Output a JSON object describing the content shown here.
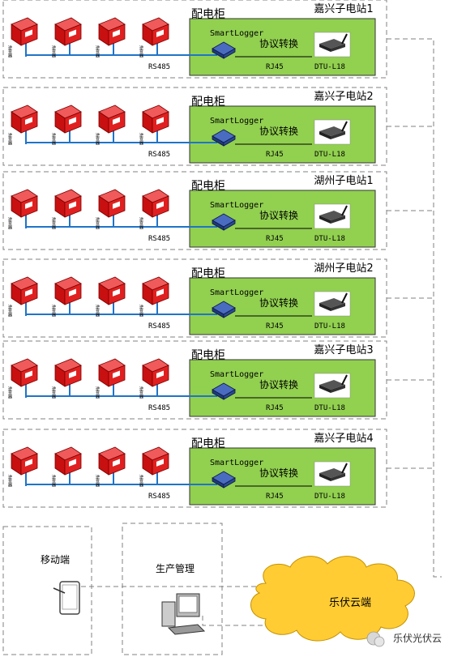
{
  "stations": [
    {
      "name": "嘉兴子电站1",
      "cabinet": "配电柜",
      "logger": "SmartLogger",
      "protocol": "协议转换",
      "bus": "RS485",
      "port": "RJ45",
      "dtu": "DTU-L18",
      "inverter_label": "逆变器"
    },
    {
      "name": "嘉兴子电站2",
      "cabinet": "配电柜",
      "logger": "SmartLogger",
      "protocol": "协议转换",
      "bus": "RS485",
      "port": "RJ45",
      "dtu": "DTU-L18",
      "inverter_label": "逆变器"
    },
    {
      "name": "湖州子电站1",
      "cabinet": "配电柜",
      "logger": "SmartLogger",
      "protocol": "协议转换",
      "bus": "RS485",
      "port": "RJ45",
      "dtu": "DTU-L18",
      "inverter_label": "逆变器"
    },
    {
      "name": "湖州子电站2",
      "cabinet": "配电柜",
      "logger": "SmartLogger",
      "protocol": "协议转换",
      "bus": "RS485",
      "port": "RJ45",
      "dtu": "DTU-L18",
      "inverter_label": "逆变器"
    },
    {
      "name": "嘉兴子电站3",
      "cabinet": "配电柜",
      "logger": "SmartLogger",
      "protocol": "协议转换",
      "bus": "RS485",
      "port": "RJ45",
      "dtu": "DTU-L18",
      "inverter_label": "逆变器"
    },
    {
      "name": "嘉兴子电站4",
      "cabinet": "配电柜",
      "logger": "SmartLogger",
      "protocol": "协议转换",
      "bus": "RS485",
      "port": "RJ45",
      "dtu": "DTU-L18",
      "inverter_label": "逆变器"
    }
  ],
  "mobile": {
    "label": "移动端"
  },
  "production": {
    "label": "生产管理"
  },
  "cloud": {
    "label": "乐伏云端"
  },
  "watermark": {
    "label": "乐伏光伏云"
  },
  "colors": {
    "inverter": "#d9151b",
    "cabinet_fill": "#92d050",
    "bus_line": "#1f74c8",
    "logger": "#1f3a7a",
    "dtu": "#2a2a2a",
    "cloud": "#ffcc33",
    "dash": "#808080"
  }
}
